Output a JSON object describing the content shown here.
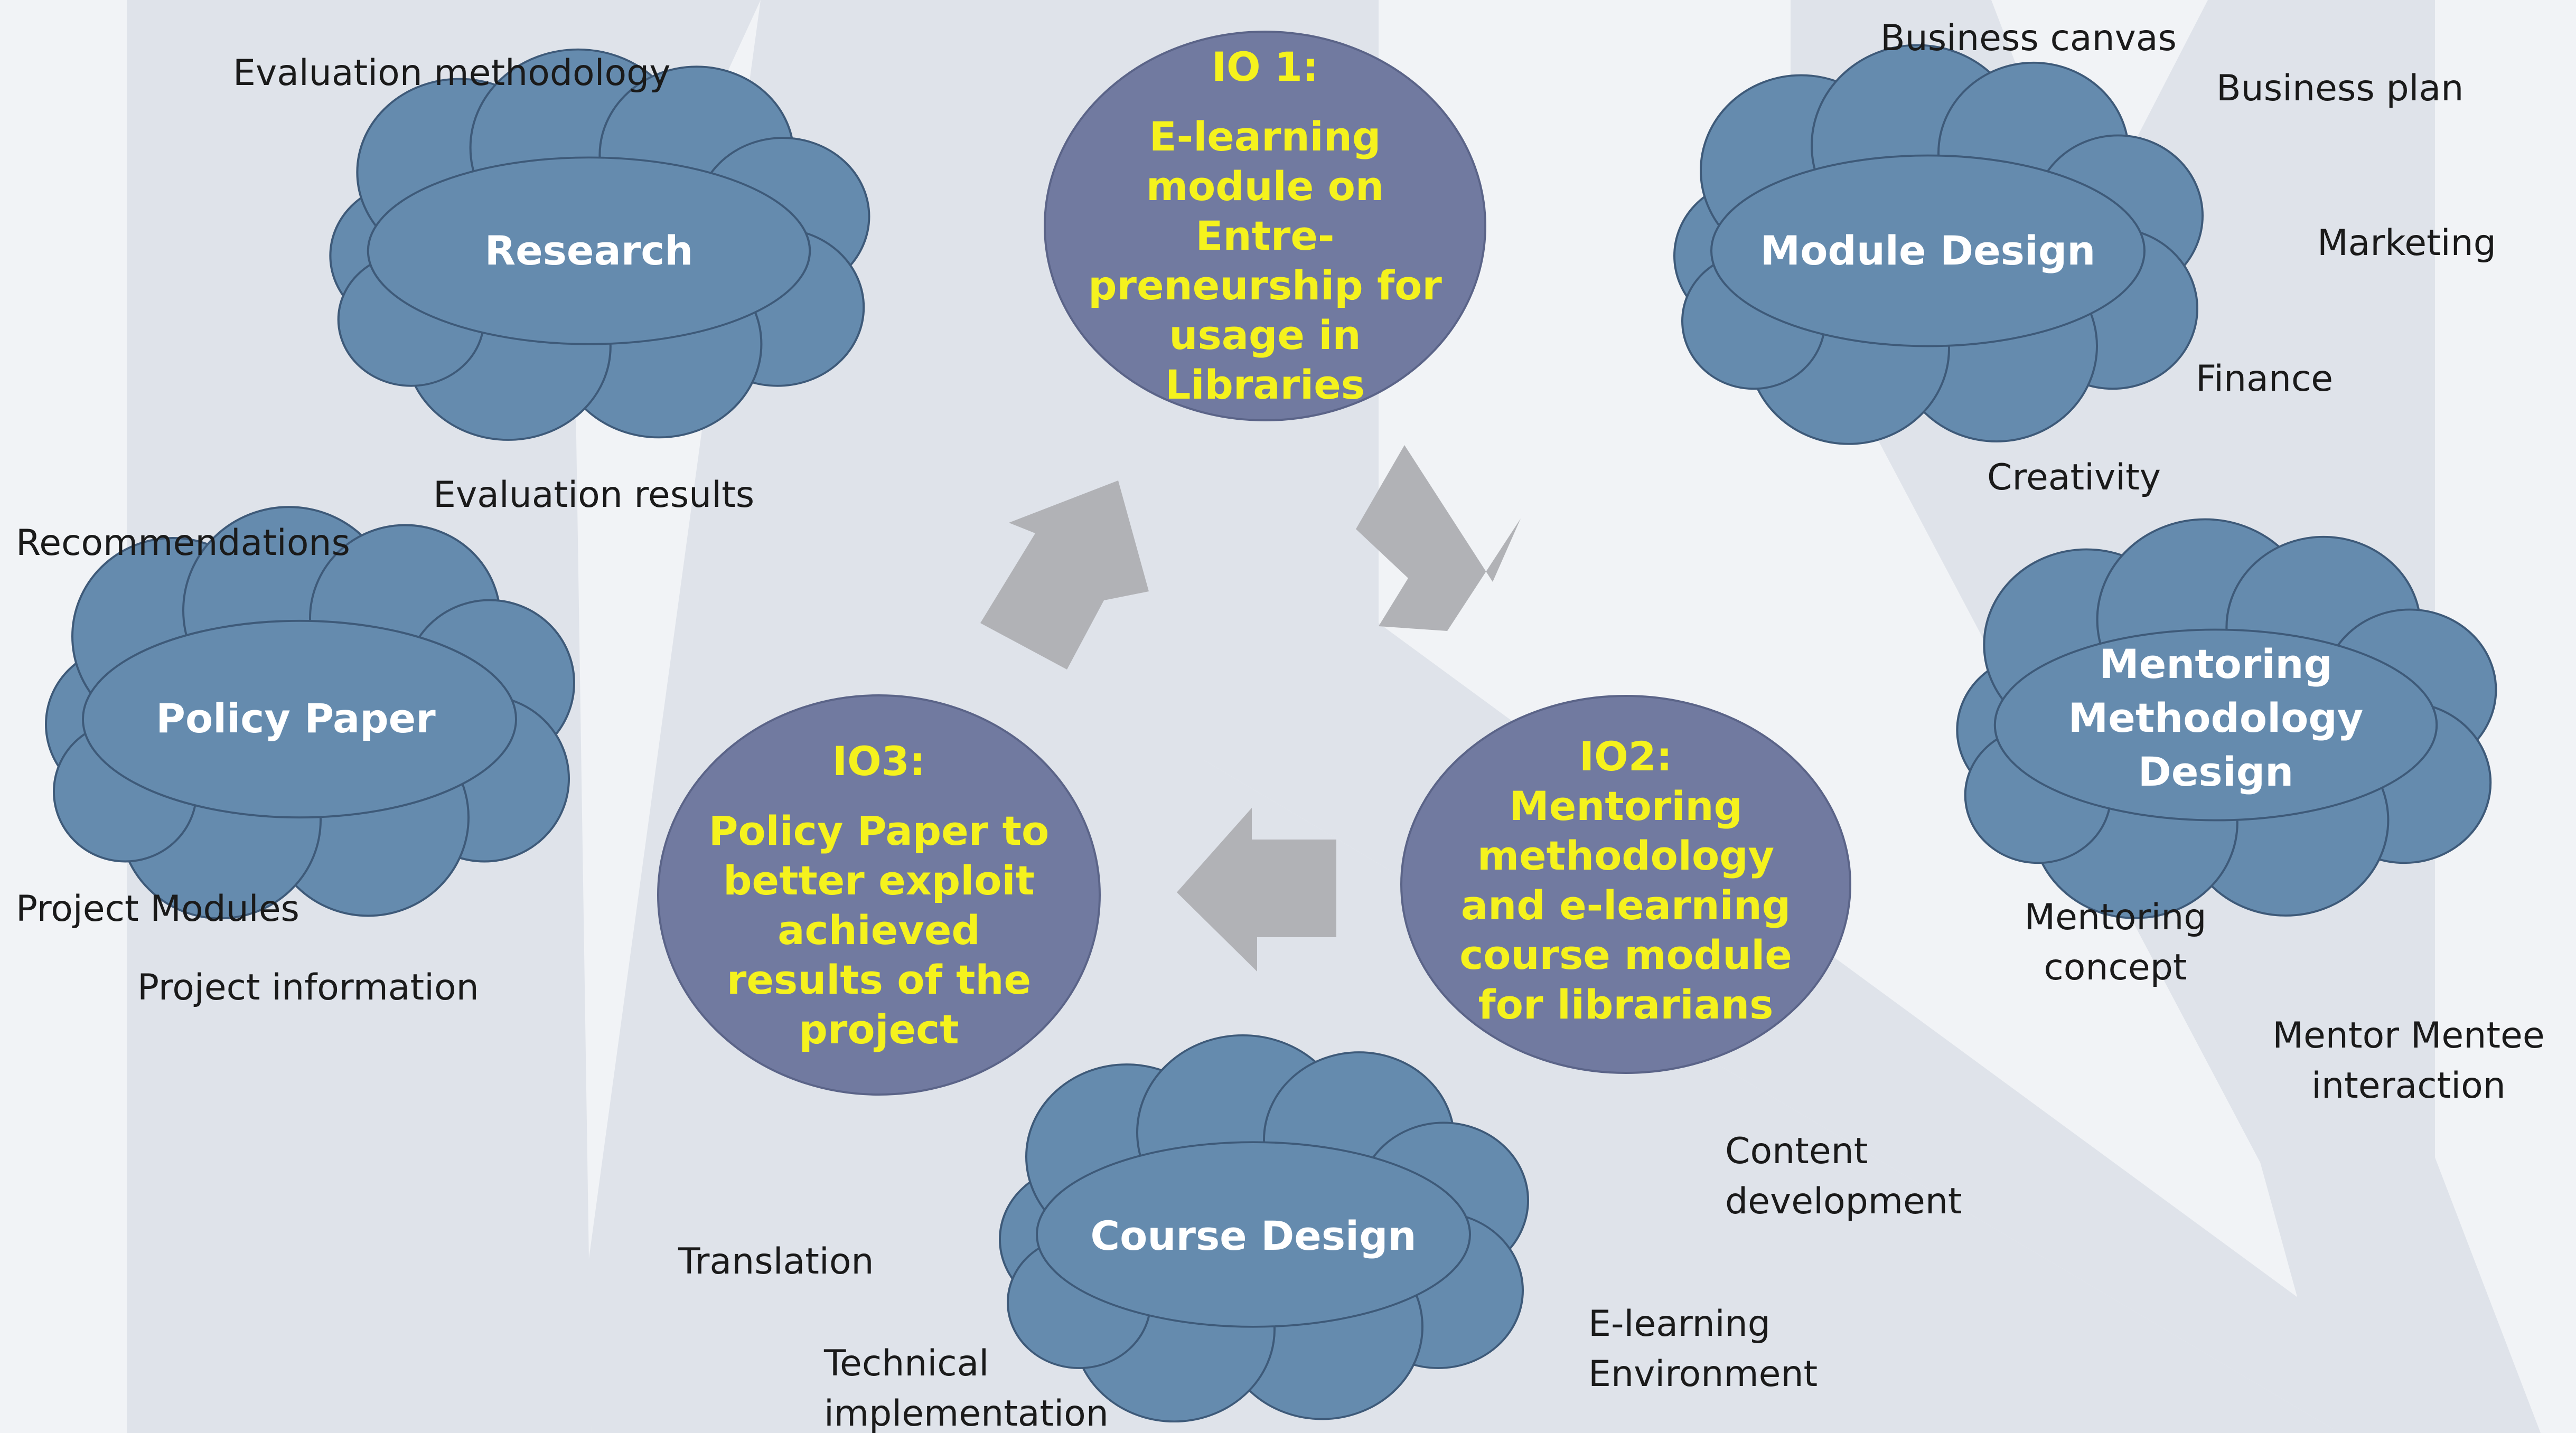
{
  "io1": {
    "heading": "IO 1:",
    "lines": [
      "E-learning",
      "module on",
      "Entre-",
      "preneurship for",
      "usage in",
      "Libraries"
    ]
  },
  "io2": {
    "heading": "IO2:",
    "lines": [
      "Mentoring",
      "methodology",
      "and e-learning",
      "course module",
      "for librarians"
    ]
  },
  "io3": {
    "heading": "IO3:",
    "lines": [
      "Policy Paper to",
      "better exploit",
      "achieved",
      "results of the",
      "project"
    ]
  },
  "clouds": {
    "research": "Research",
    "module_design": "Module Design",
    "mentoring": [
      "Mentoring",
      "Methodology",
      "Design"
    ],
    "course_design": "Course Design",
    "policy_paper": "Policy Paper"
  },
  "labels": {
    "evaluation_methodology": "Evaluation methodology",
    "evaluation_results": "Evaluation results",
    "recommendations": "Recommendations",
    "project_modules": "Project Modules",
    "project_information": "Project information",
    "business_canvas": "Business canvas",
    "business_plan": "Business plan",
    "marketing": "Marketing",
    "finance": "Finance",
    "creativity": "Creativity",
    "mentoring_concept": [
      "Mentoring",
      "concept"
    ],
    "mentor_mentee": [
      "Mentor Mentee",
      "interaction"
    ],
    "content_development": [
      "Content",
      "development"
    ],
    "elearning_environment": [
      "E-learning",
      "Environment"
    ],
    "translation": "Translation",
    "technical_implementation": [
      "Technical",
      "implementation"
    ]
  },
  "colors": {
    "background": "#f1f3f6",
    "ray": "#dfe3ea",
    "cloud_fill": "#658bae",
    "cloud_stroke": "#3e5a79",
    "io_fill": "#717aa0",
    "io_text": "#f5f21d",
    "arrow": "#b1b2b6",
    "text": "#1a1a1a"
  }
}
